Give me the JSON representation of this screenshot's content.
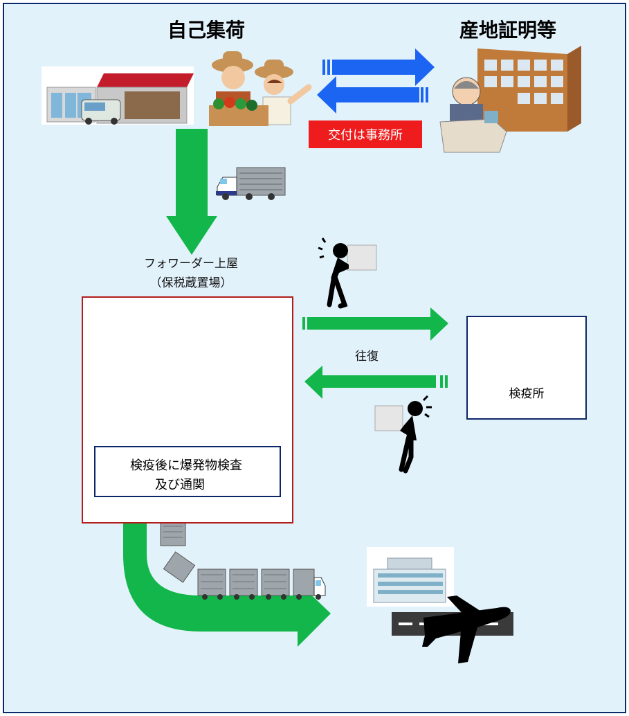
{
  "titles": {
    "left": "自己集荷",
    "right": "産地証明等"
  },
  "badge": "交付は事務所",
  "forwarder": {
    "line1": "フォワーダー上屋",
    "line2": "（保税蔵置場）"
  },
  "round_trip": "往復",
  "quarantine": "検疫所",
  "inspection": {
    "line1": "検疫後に爆発物検査",
    "line2": "及び通関"
  },
  "colors": {
    "frame_bg": "#e2f2fb",
    "frame_border": "#0a2a6a",
    "green_arrow": "#12b64a",
    "blue_arrow": "#1c64f2",
    "badge_red": "#ee1c1c",
    "warehouse_border": "#b11b1b"
  },
  "icons": [
    "store-icon",
    "farmers-icon",
    "office-building-icon",
    "truck-icon",
    "person-carrying-box-icon",
    "warehouse-icon",
    "office-building-small-icon",
    "trailer-truck-icon",
    "airport-building-icon",
    "airplane-icon"
  ]
}
